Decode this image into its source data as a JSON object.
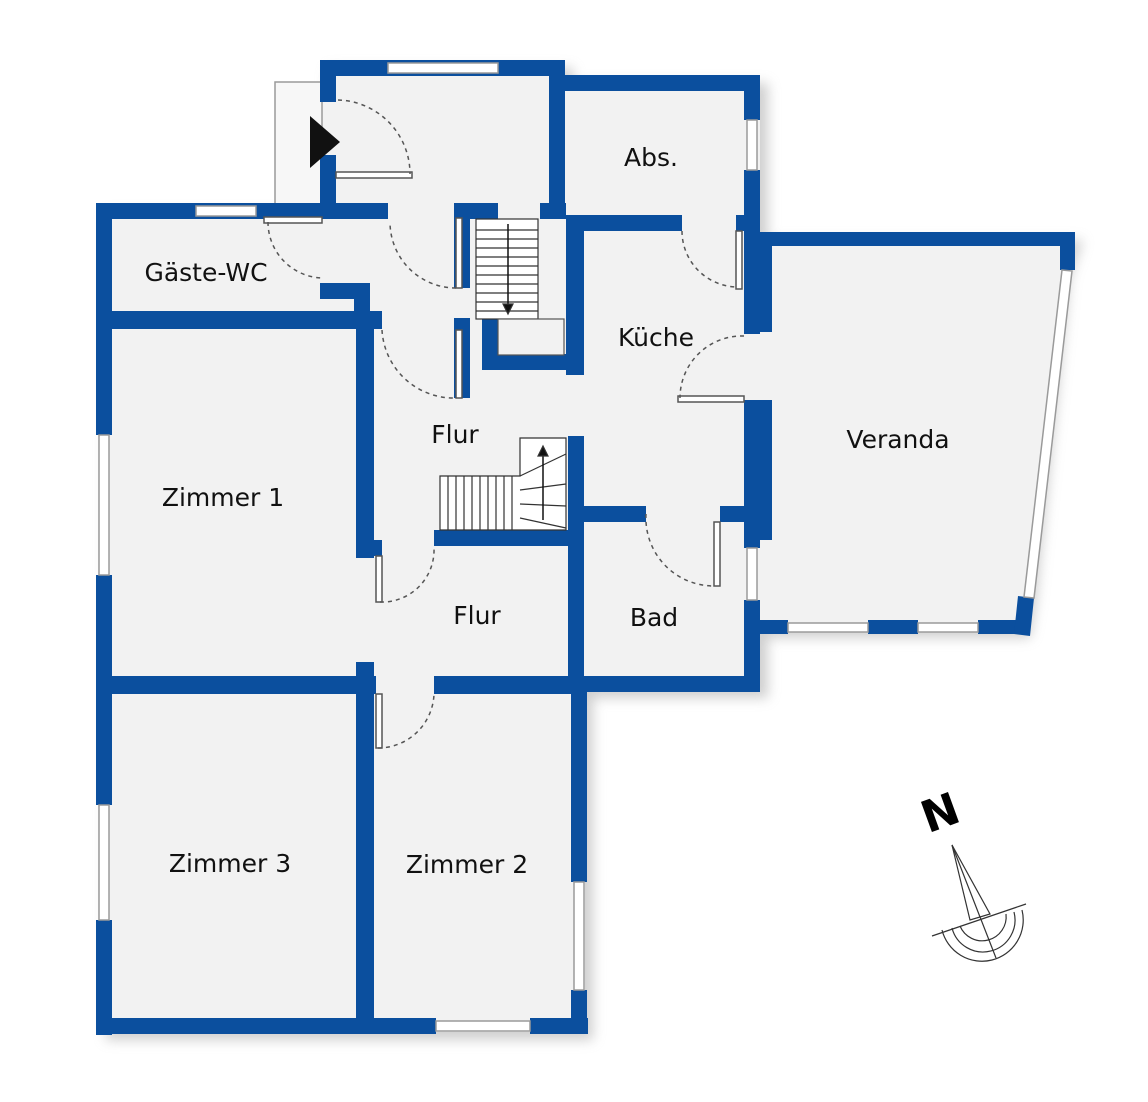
{
  "rooms": {
    "abs": "Abs.",
    "gaeste_wc": "Gäste-WC",
    "kueche": "Küche",
    "flur_upper": "Flur",
    "veranda": "Veranda",
    "zimmer1": "Zimmer 1",
    "flur_lower": "Flur",
    "bad": "Bad",
    "zimmer3": "Zimmer 3",
    "zimmer2": "Zimmer 2"
  },
  "compass": {
    "north_letter": "N"
  },
  "colors": {
    "wall": "#0b4f9e",
    "floor": "#f2f2f2",
    "shadow": "#a9a9a9",
    "window": "#ffffff",
    "line": "#555555"
  }
}
